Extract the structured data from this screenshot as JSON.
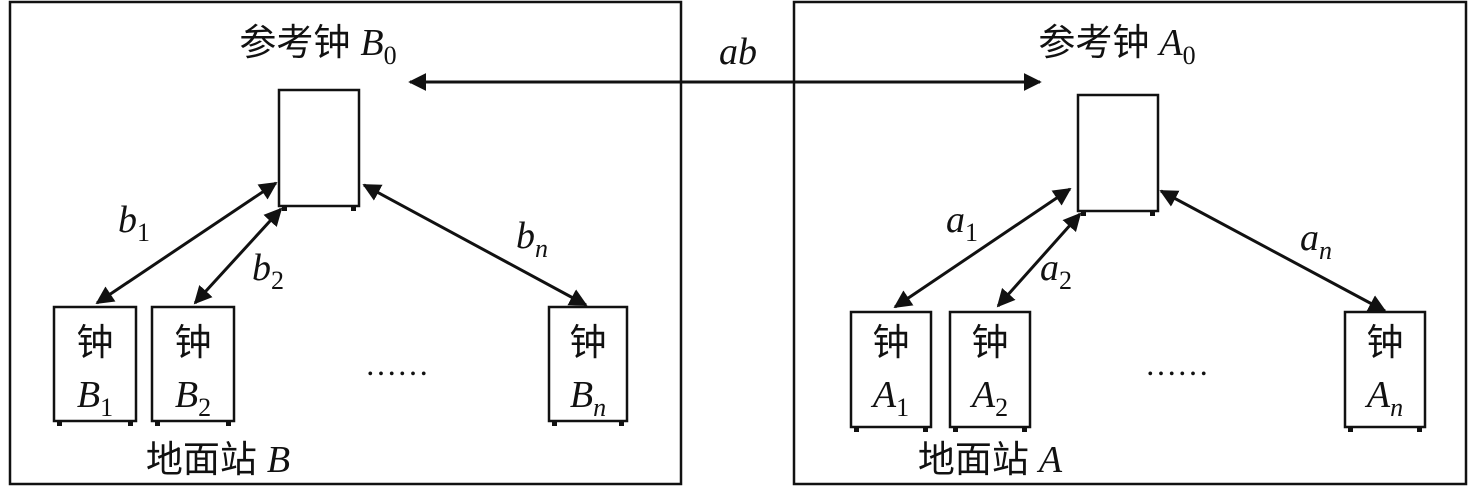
{
  "station_b": {
    "ref_label": "参考钟",
    "ref_var": "B",
    "ref_sub": "0",
    "station_label": "地面站",
    "station_var": "B",
    "clock_char": "钟",
    "clocks": [
      {
        "var": "B",
        "sub": "1"
      },
      {
        "var": "B",
        "sub": "2"
      },
      {
        "var": "B",
        "sub": "n"
      }
    ],
    "links": [
      {
        "var": "b",
        "sub": "1"
      },
      {
        "var": "b",
        "sub": "2"
      },
      {
        "var": "b",
        "sub": "n"
      }
    ],
    "ellipsis": "……"
  },
  "station_a": {
    "ref_label": "参考钟",
    "ref_var": "A",
    "ref_sub": "0",
    "station_label": "地面站",
    "station_var": "A",
    "clock_char": "钟",
    "clocks": [
      {
        "var": "A",
        "sub": "1"
      },
      {
        "var": "A",
        "sub": "2"
      },
      {
        "var": "A",
        "sub": "n"
      }
    ],
    "links": [
      {
        "var": "a",
        "sub": "1"
      },
      {
        "var": "a",
        "sub": "2"
      },
      {
        "var": "a",
        "sub": "n"
      }
    ],
    "ellipsis": "……"
  },
  "inter_link": "ab"
}
